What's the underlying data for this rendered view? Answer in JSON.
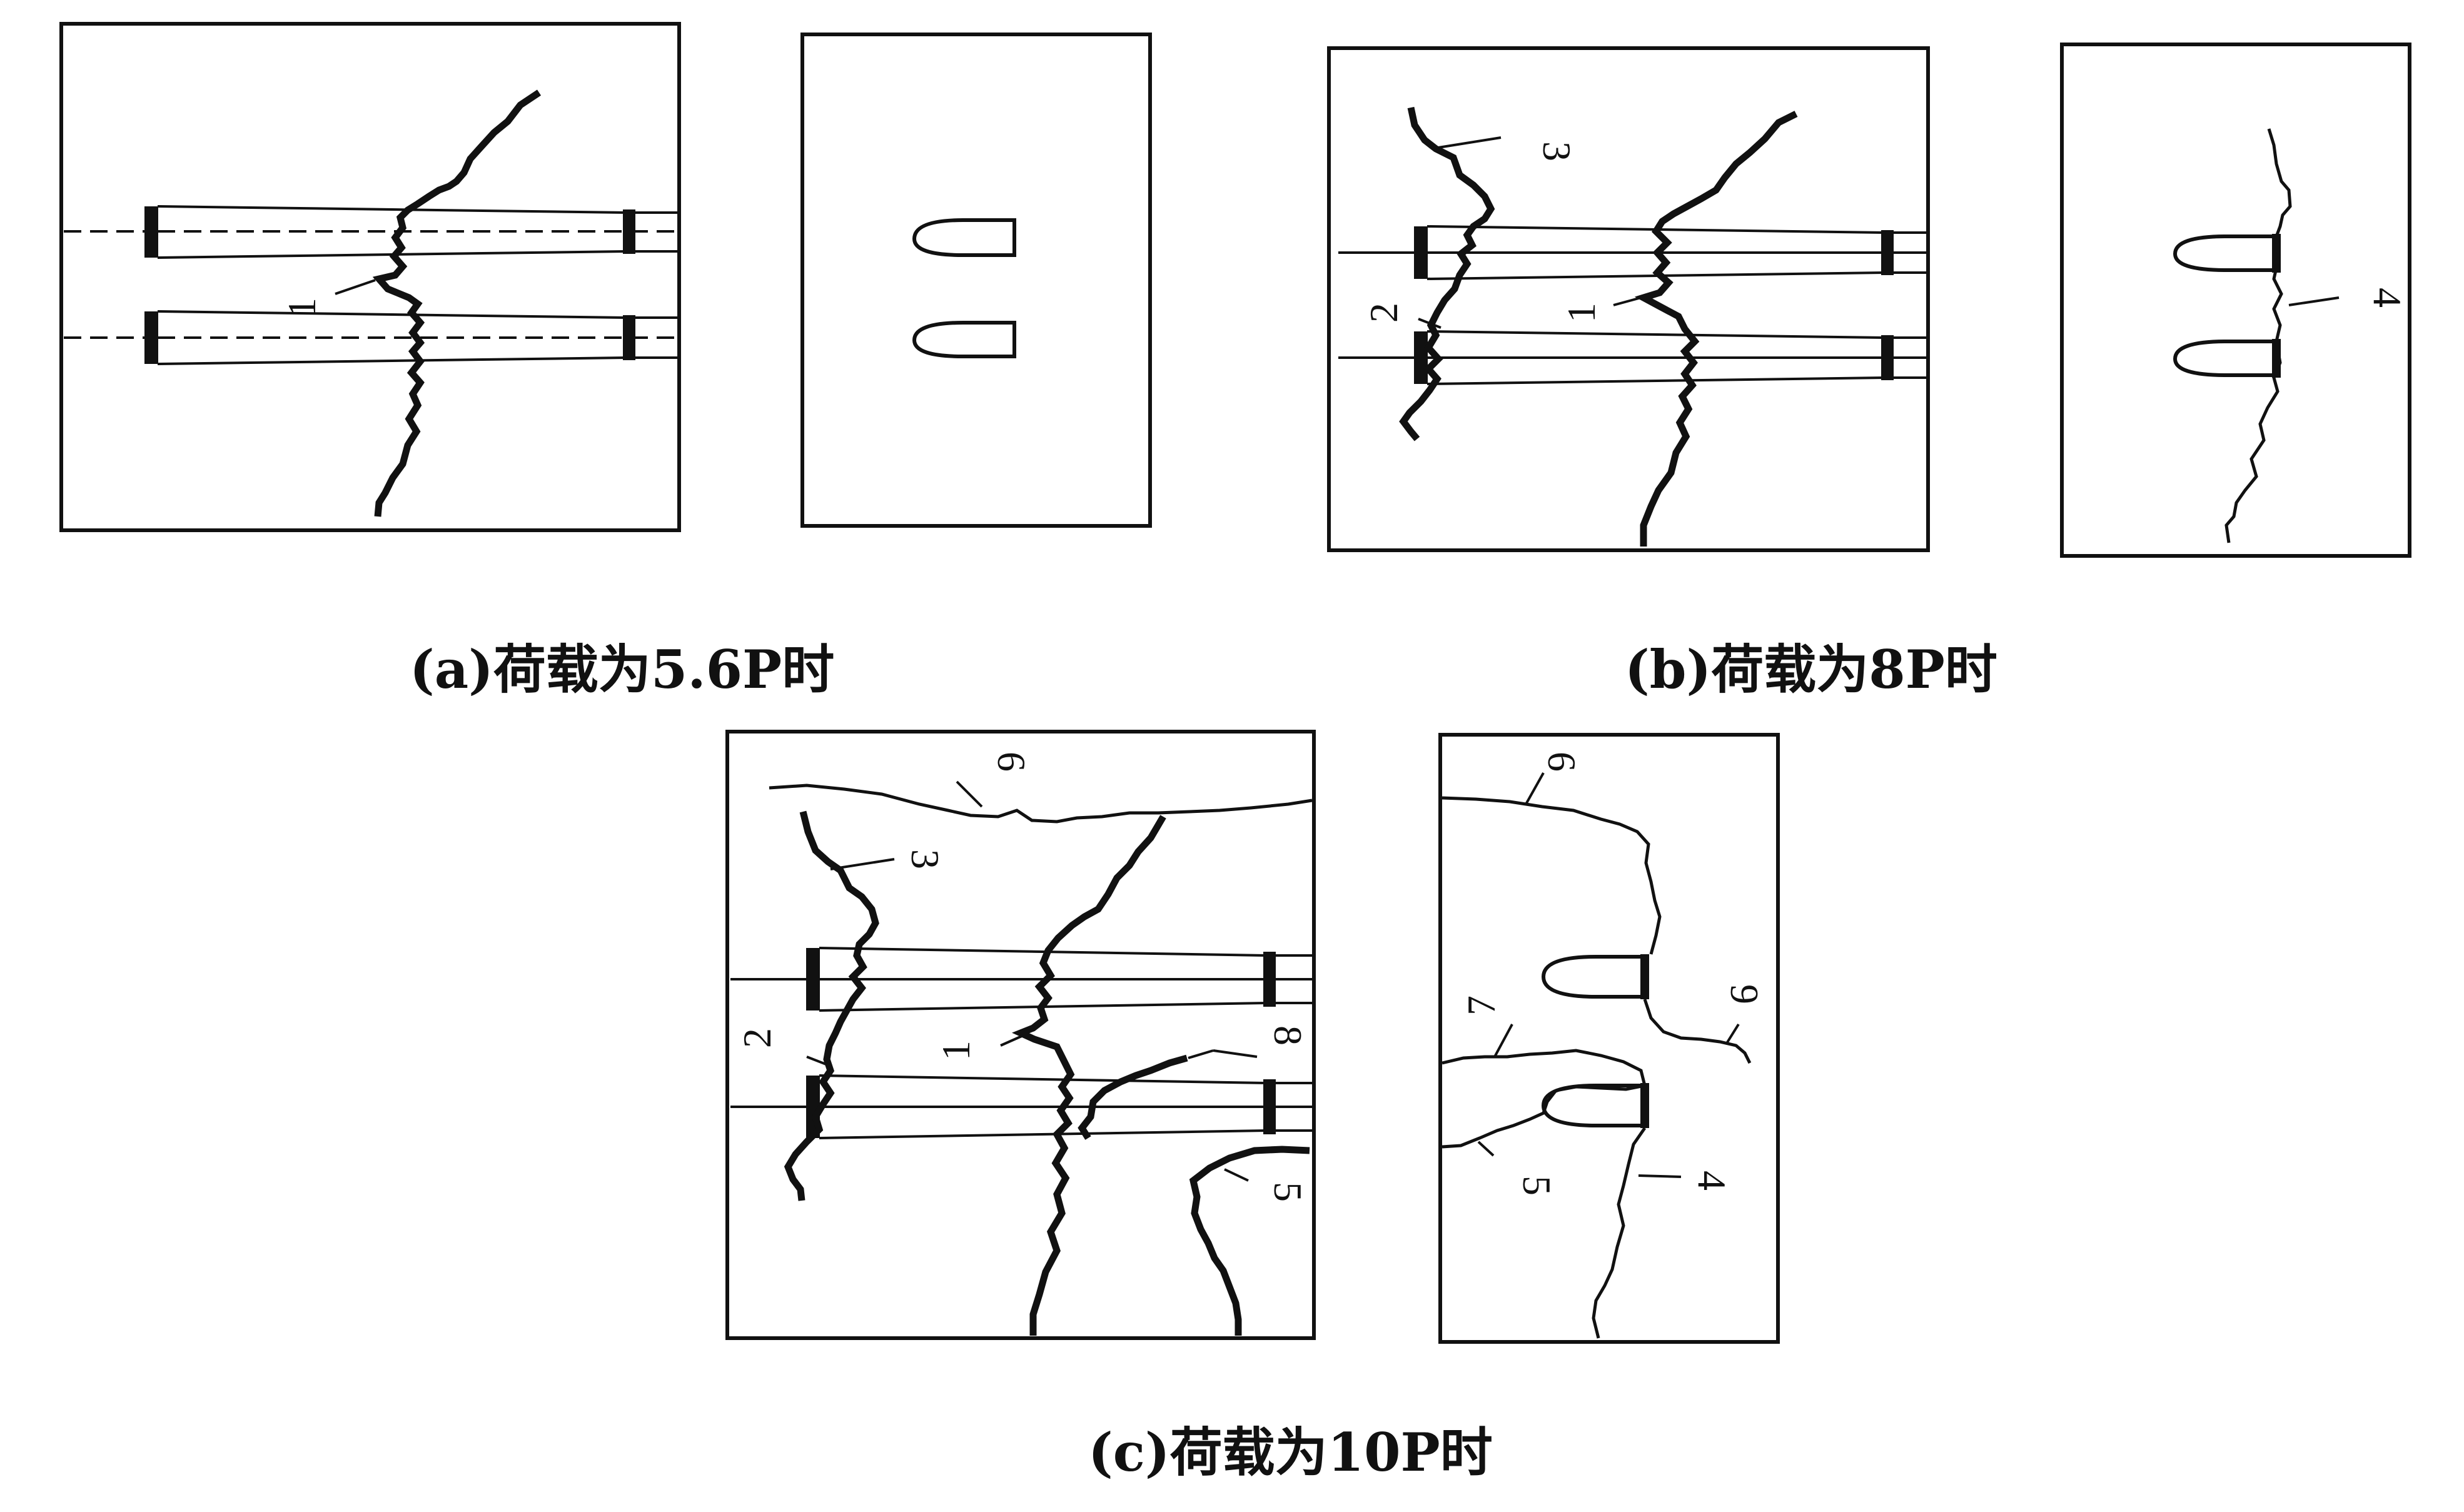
{
  "captions": {
    "a": "(a)荷载为5.6P时",
    "b": "(b)荷载为8P时",
    "c": "(c)荷载为10P时"
  },
  "crack_labels": {
    "l1": "1",
    "l2": "2",
    "l3": "3",
    "l4": "4",
    "l5": "5",
    "l6": "6",
    "l7": "7",
    "l8": "8",
    "l9": "9"
  },
  "colors": {
    "line": "#111111",
    "background": "#ffffff"
  }
}
